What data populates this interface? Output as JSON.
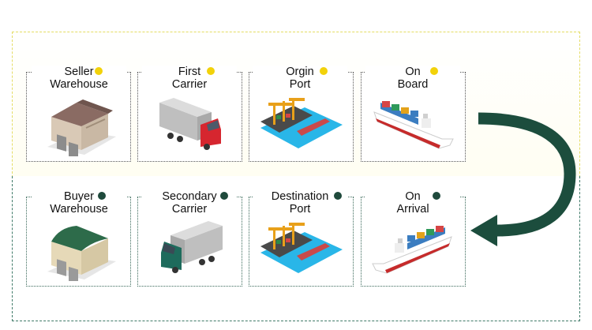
{
  "colors": {
    "top_dot": "#f2d20a",
    "bottom_dot": "#1f4a3c",
    "arrow": "#1c4d3d"
  },
  "stages_top": [
    {
      "line1": "Seller",
      "line2": "Warehouse",
      "icon": "warehouse-icon"
    },
    {
      "line1": "First",
      "line2": "Carrier",
      "icon": "truck-icon"
    },
    {
      "line1": "Orgin",
      "line2": "Port",
      "icon": "port-icon"
    },
    {
      "line1": "On",
      "line2": "Board",
      "icon": "ship-icon"
    }
  ],
  "stages_bottom": [
    {
      "line1": "Buyer",
      "line2": "Warehouse",
      "icon": "warehouse-icon"
    },
    {
      "line1": "Secondary",
      "line2": "Carrier",
      "icon": "truck-icon"
    },
    {
      "line1": "Destination",
      "line2": "Port",
      "icon": "port-icon"
    },
    {
      "line1": "On",
      "line2": "Arrival",
      "icon": "ship-icon"
    }
  ]
}
